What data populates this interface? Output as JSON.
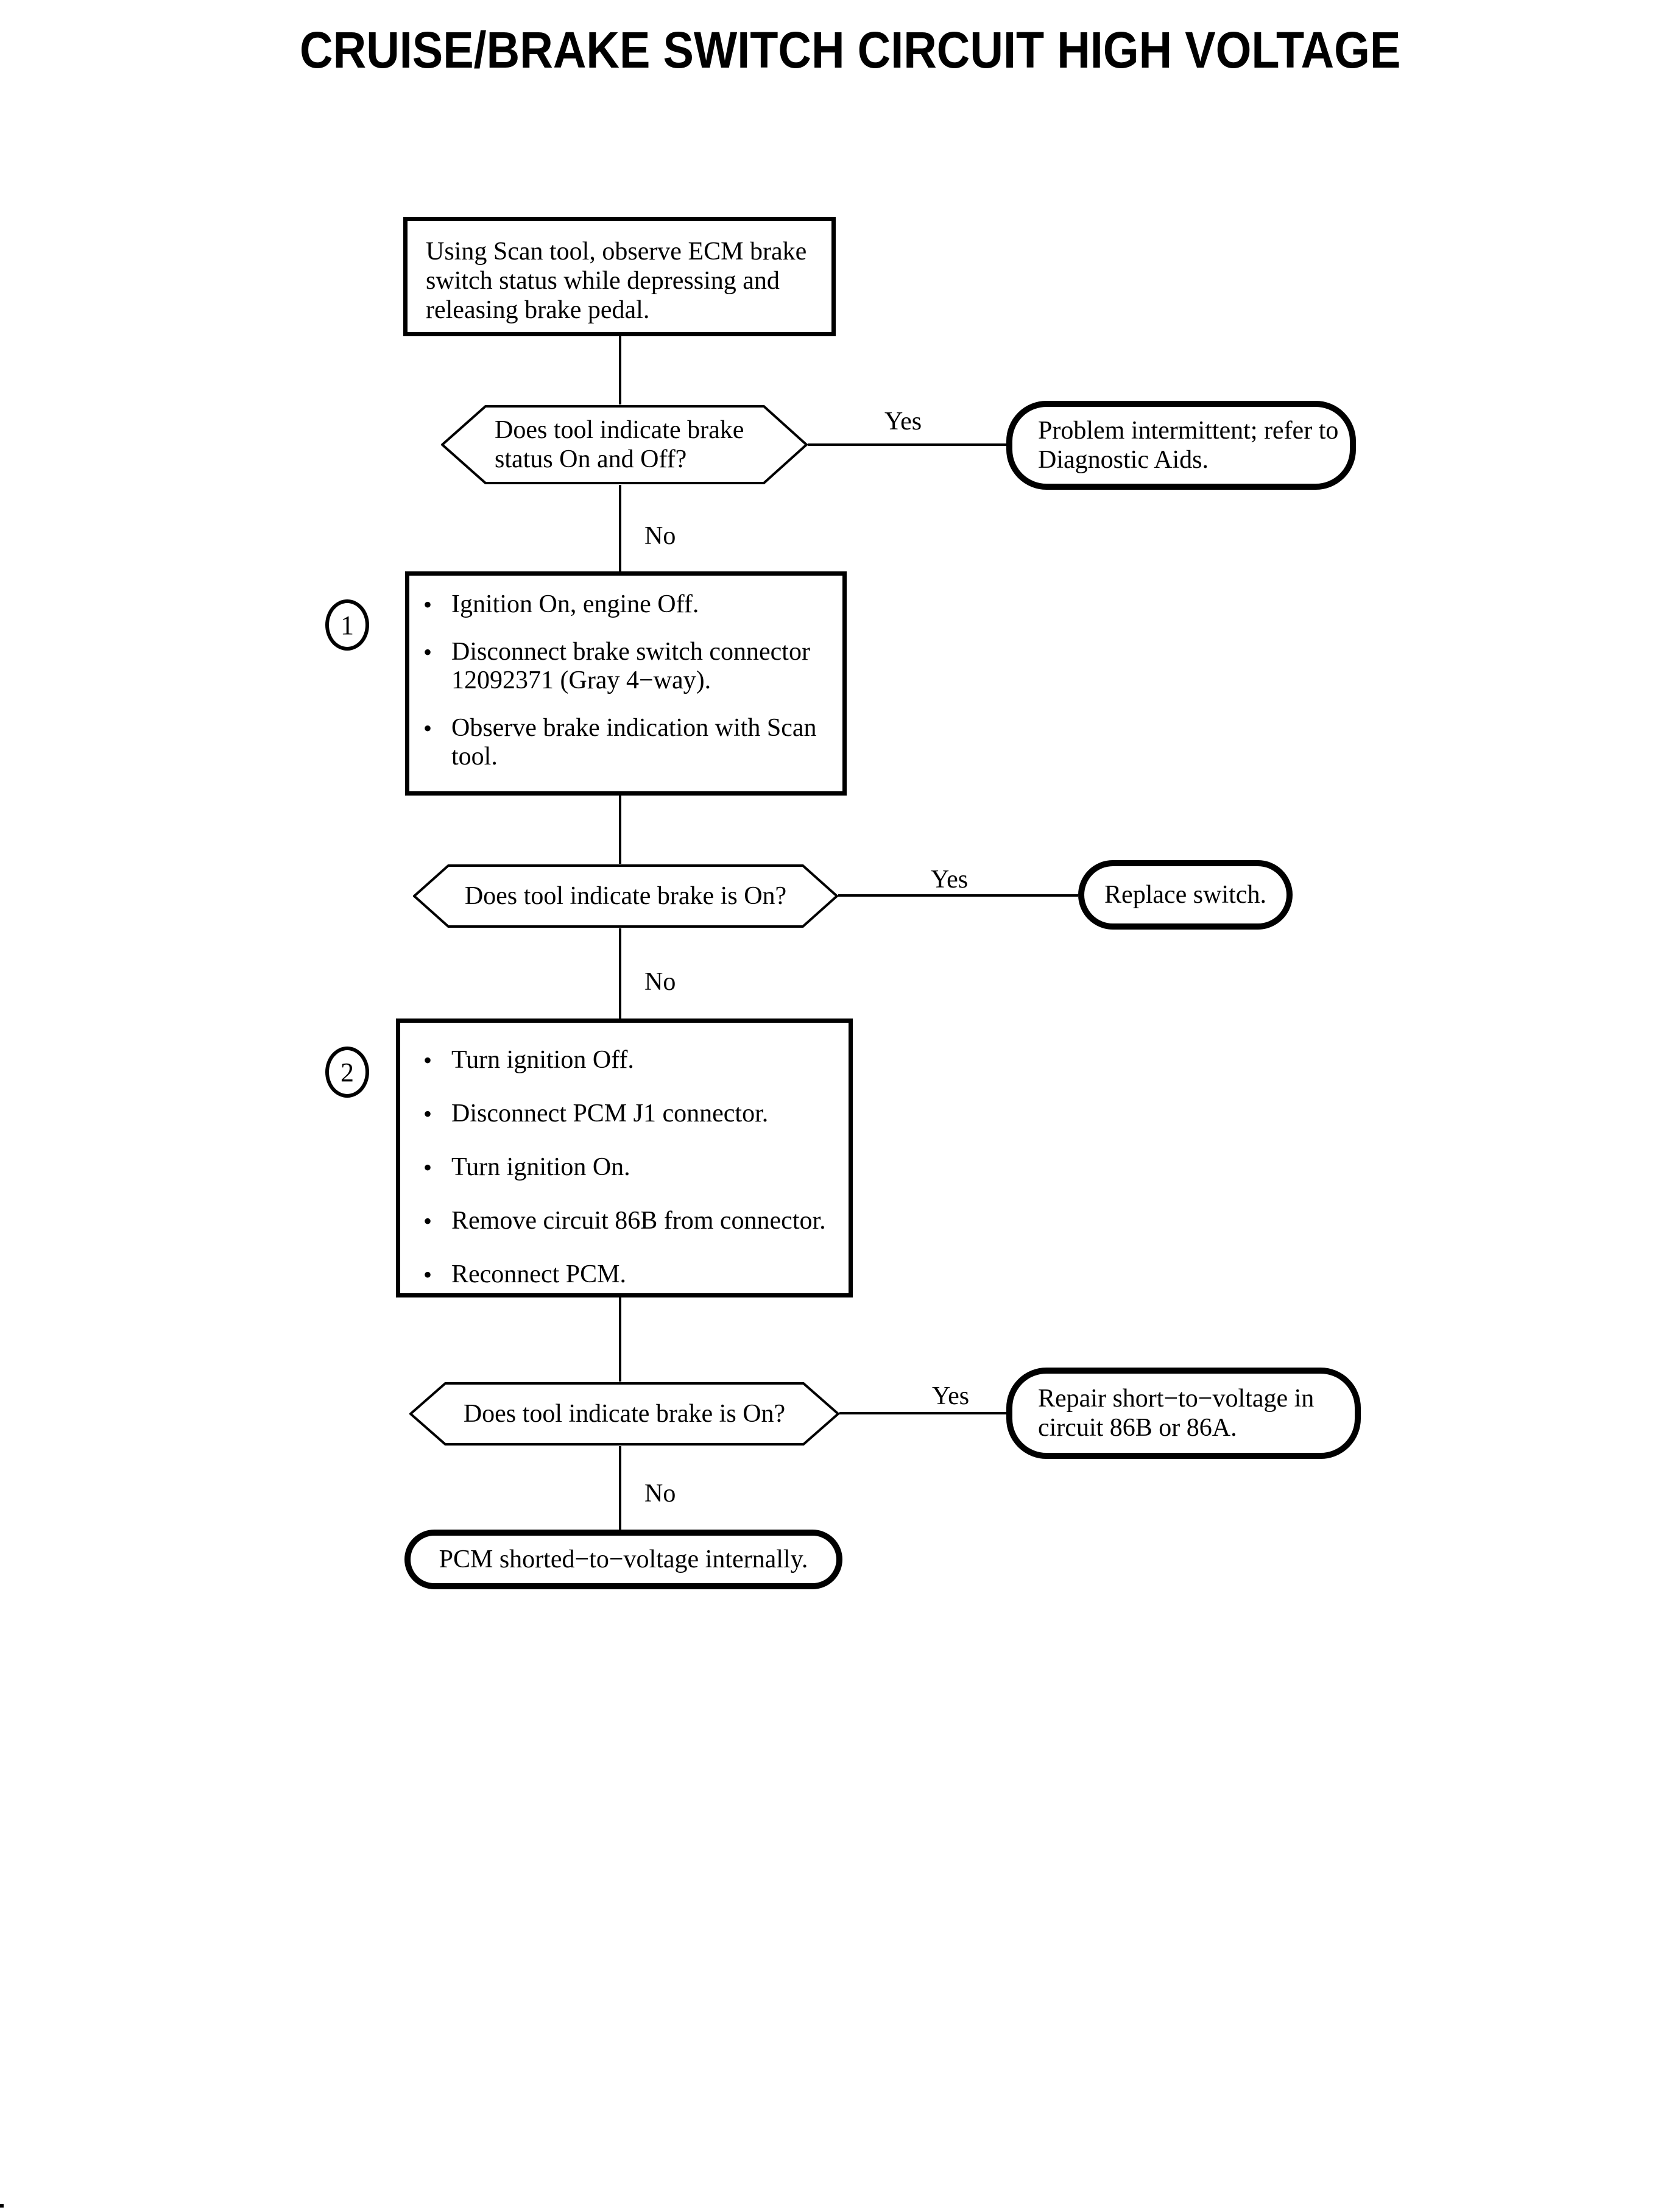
{
  "page": {
    "title": "CRUISE/BRAKE SWITCH CIRCUIT HIGH VOLTAGE",
    "bullet_glyph": "•"
  },
  "flow": {
    "start": {
      "text": "Using Scan tool, observe ECM brake switch status while depressing and releasing brake pedal."
    },
    "decision1": {
      "question": "Does tool indicate brake status On and Off?",
      "yes": "Yes",
      "no": "No"
    },
    "result1": {
      "text": "Problem intermittent; refer to Diagnostic Aids."
    },
    "step1": {
      "number": "1",
      "bullets": [
        "Ignition On, engine Off.",
        "Disconnect brake switch connector 12092371 (Gray 4−way).",
        "Observe brake indication with Scan tool."
      ]
    },
    "decision2": {
      "question": "Does tool indicate brake is On?",
      "yes": "Yes",
      "no": "No"
    },
    "result2": {
      "text": "Replace switch."
    },
    "step2": {
      "number": "2",
      "bullets": [
        "Turn ignition Off.",
        "Disconnect PCM J1 connector.",
        "Turn ignition On.",
        "Remove circuit 86B from connector.",
        "Reconnect PCM."
      ]
    },
    "decision3": {
      "question": "Does tool indicate brake is On?",
      "yes": "Yes",
      "no": "No"
    },
    "result3": {
      "text": "Repair short−to−voltage in circuit 86B or 86A."
    },
    "terminal": {
      "text": "PCM shorted−to−voltage internally."
    }
  }
}
